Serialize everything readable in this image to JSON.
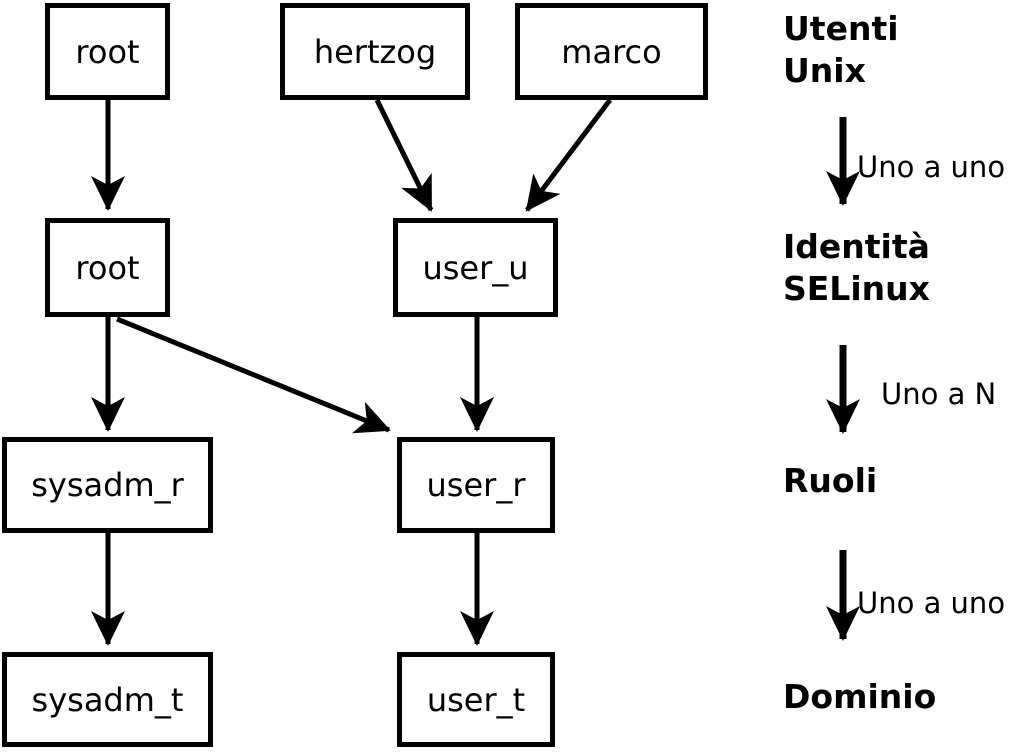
{
  "colors": {
    "line": "#000000",
    "box_fill": "#ffffff",
    "text": "#000000",
    "background": "#ffffff"
  },
  "nodes": {
    "root_unix": "root",
    "hertzog": "hertzog",
    "marco": "marco",
    "root_selinux": "root",
    "user_u": "user_u",
    "sysadm_r": "sysadm_r",
    "user_r": "user_r",
    "sysadm_t": "sysadm_t",
    "user_t": "user_t"
  },
  "edges": [
    {
      "from": "root_unix",
      "to": "root_selinux"
    },
    {
      "from": "hertzog",
      "to": "user_u"
    },
    {
      "from": "marco",
      "to": "user_u"
    },
    {
      "from": "root_selinux",
      "to": "sysadm_r"
    },
    {
      "from": "root_selinux",
      "to": "user_r"
    },
    {
      "from": "user_u",
      "to": "user_r"
    },
    {
      "from": "sysadm_r",
      "to": "sysadm_t"
    },
    {
      "from": "user_r",
      "to": "user_t"
    }
  ],
  "legend": {
    "levels": [
      "Utenti\nUnix",
      "Identità\nSELinux",
      "Ruoli",
      "Dominio"
    ],
    "relations": [
      "Uno a uno",
      "Uno a N",
      "Uno a uno"
    ]
  }
}
